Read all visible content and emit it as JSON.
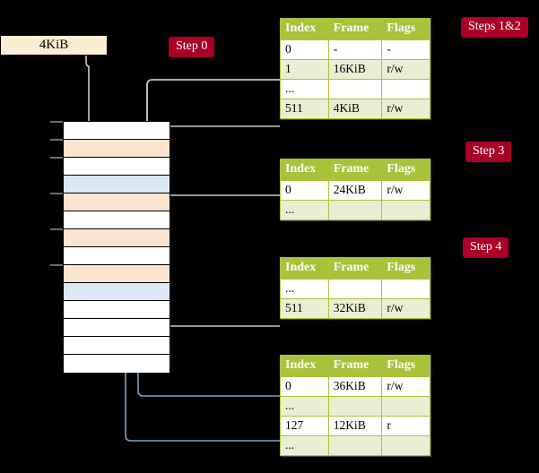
{
  "diagram": {
    "title_hidden": "",
    "source_box": {
      "label": "4KiB"
    },
    "badges": {
      "step0": "Step 0",
      "steps12": "Steps 1&2",
      "step3": "Step 3",
      "step4": "Step 4"
    },
    "colors": {
      "badge_bg": "#a80026",
      "badge_text": "#ffffff",
      "table_header_bg": "#a8c23a",
      "table_alt_row_bg": "#e9efd2",
      "table_highlight_bg": "#fbf59a",
      "source_box_bg": "#fbeed2",
      "memory_orange": "#fce5d0",
      "memory_blue": "#dce8f5",
      "gray_wire": "#b9b9b9",
      "blue_wire": "#7d9dc4"
    },
    "memory_column": {
      "rows": [
        {
          "fill": "white"
        },
        {
          "fill": "orange"
        },
        {
          "fill": "white"
        },
        {
          "fill": "blue"
        },
        {
          "fill": "orange"
        },
        {
          "fill": "white"
        },
        {
          "fill": "orange"
        },
        {
          "fill": "white"
        },
        {
          "fill": "orange"
        },
        {
          "fill": "blue"
        },
        {
          "fill": "white"
        },
        {
          "fill": "white"
        },
        {
          "fill": "white"
        },
        {
          "fill": "white"
        }
      ]
    },
    "tables": [
      {
        "id": "level4",
        "columns": [
          "Index",
          "Frame",
          "Flags"
        ],
        "rows": [
          {
            "cells": [
              "0",
              "-",
              "-"
            ],
            "alt": false,
            "highlight": false
          },
          {
            "cells": [
              "1",
              "16KiB",
              "r/w"
            ],
            "alt": true,
            "highlight": false
          },
          {
            "cells": [
              "...",
              "",
              ""
            ],
            "alt": false,
            "highlight": false
          },
          {
            "cells": [
              "511",
              "4KiB",
              "r/w"
            ],
            "alt": true,
            "highlight": true
          }
        ]
      },
      {
        "id": "level3",
        "columns": [
          "Index",
          "Frame",
          "Flags"
        ],
        "rows": [
          {
            "cells": [
              "0",
              "24KiB",
              "r/w"
            ],
            "alt": false,
            "highlight": false
          },
          {
            "cells": [
              "...",
              "",
              ""
            ],
            "alt": true,
            "highlight": false
          }
        ]
      },
      {
        "id": "level2",
        "columns": [
          "Index",
          "Frame",
          "Flags"
        ],
        "rows": [
          {
            "cells": [
              "...",
              "",
              ""
            ],
            "alt": false,
            "highlight": false
          },
          {
            "cells": [
              "511",
              "32KiB",
              "r/w"
            ],
            "alt": true,
            "highlight": false
          }
        ]
      },
      {
        "id": "level1",
        "columns": [
          "Index",
          "Frame",
          "Flags"
        ],
        "rows": [
          {
            "cells": [
              "0",
              "36KiB",
              "r/w"
            ],
            "alt": false,
            "highlight": false
          },
          {
            "cells": [
              "...",
              "",
              ""
            ],
            "alt": true,
            "highlight": false
          },
          {
            "cells": [
              "127",
              "12KiB",
              "r"
            ],
            "alt": false,
            "highlight": false
          },
          {
            "cells": [
              "...",
              "",
              ""
            ],
            "alt": true,
            "highlight": false
          }
        ]
      }
    ]
  }
}
